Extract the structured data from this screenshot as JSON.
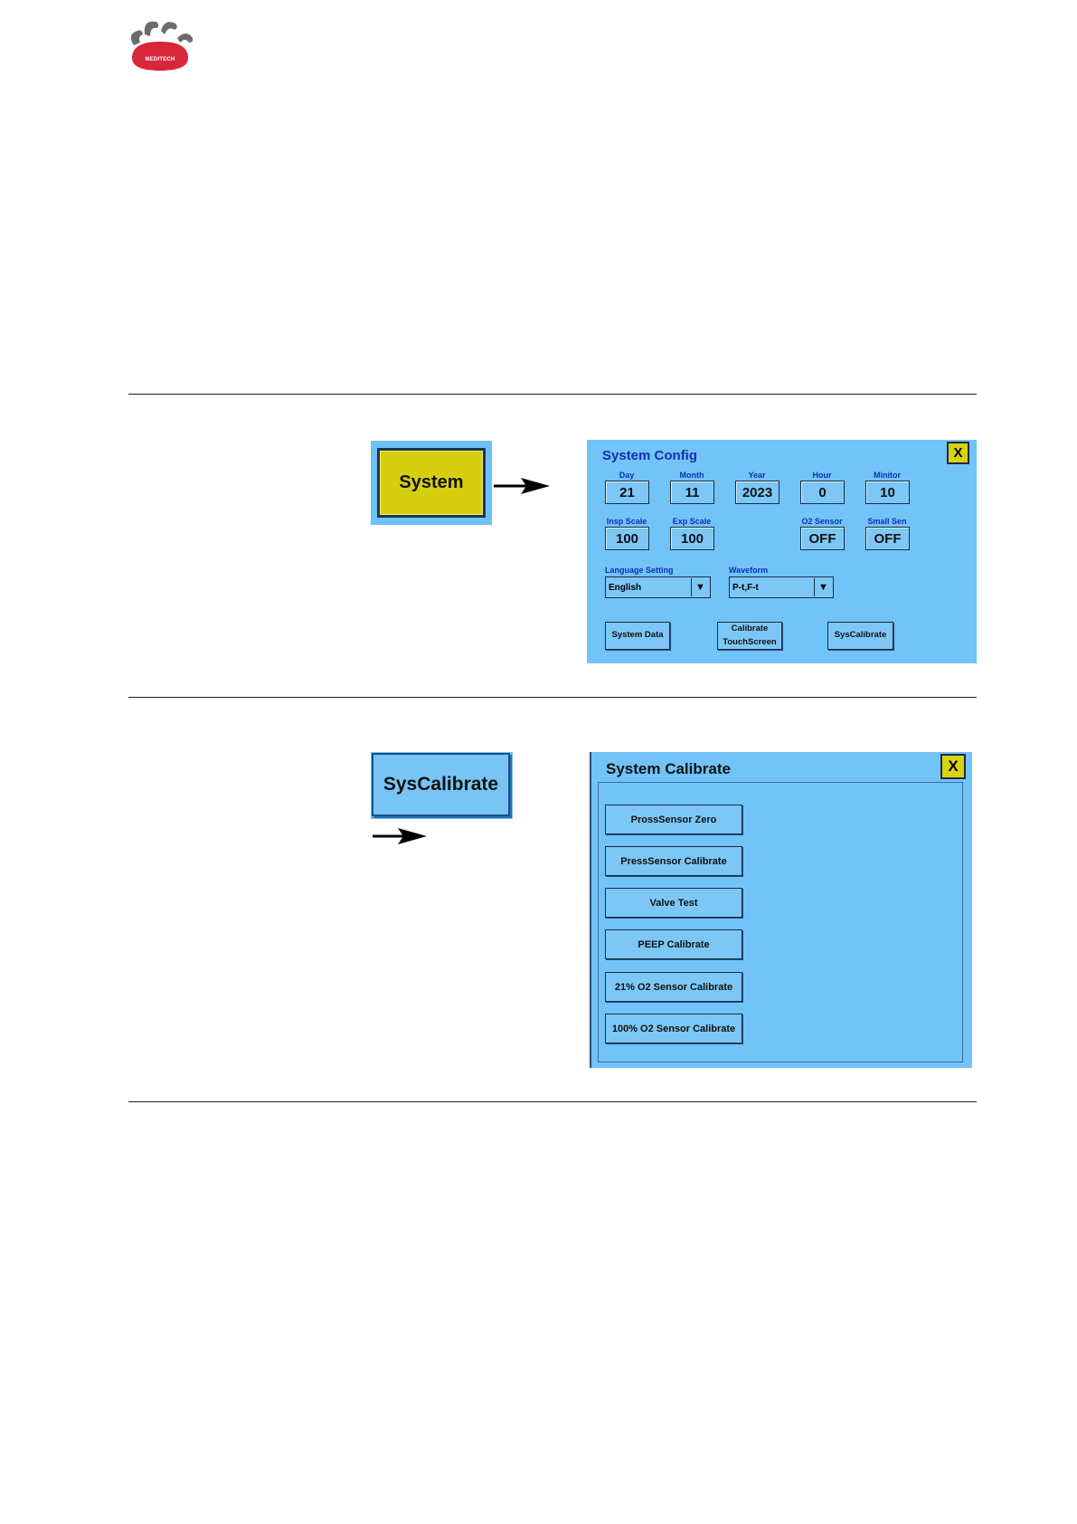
{
  "logo": {
    "text": "MEDITECH"
  },
  "section1": {
    "button_label": "System",
    "config": {
      "title": "System Config",
      "close": "X",
      "fields": [
        {
          "label": "Day",
          "value": "21"
        },
        {
          "label": "Month",
          "value": "11"
        },
        {
          "label": "Year",
          "value": "2023"
        },
        {
          "label": "Hour",
          "value": "0"
        },
        {
          "label": "Minitor",
          "value": "10"
        },
        {
          "label": "Insp Scale",
          "value": "100"
        },
        {
          "label": "Exp Scale",
          "value": "100"
        },
        {
          "label": "O2 Sensor",
          "value": "OFF"
        },
        {
          "label": "Small Sen",
          "value": "OFF"
        }
      ],
      "language": {
        "label": "Language Setting",
        "value": "English",
        "arrow": "▼"
      },
      "waveform": {
        "label": "Waveform",
        "value": "P-t,F-t",
        "arrow": "▼"
      },
      "buttons": {
        "system_data": "System Data",
        "calibrate_line1": "Calibrate",
        "calibrate_line2": "TouchScreen",
        "syscalibrate": "SysCalibrate"
      }
    }
  },
  "section2": {
    "button_label": "SysCalibrate",
    "calibrate": {
      "title": "System Calibrate",
      "close": "X",
      "buttons": [
        "ProssSensor Zero",
        "PressSensor Calibrate",
        "Valve Test",
        "PEEP Calibrate",
        "21% O2 Sensor Calibrate",
        "100% O2 Sensor Calibrate"
      ]
    }
  }
}
